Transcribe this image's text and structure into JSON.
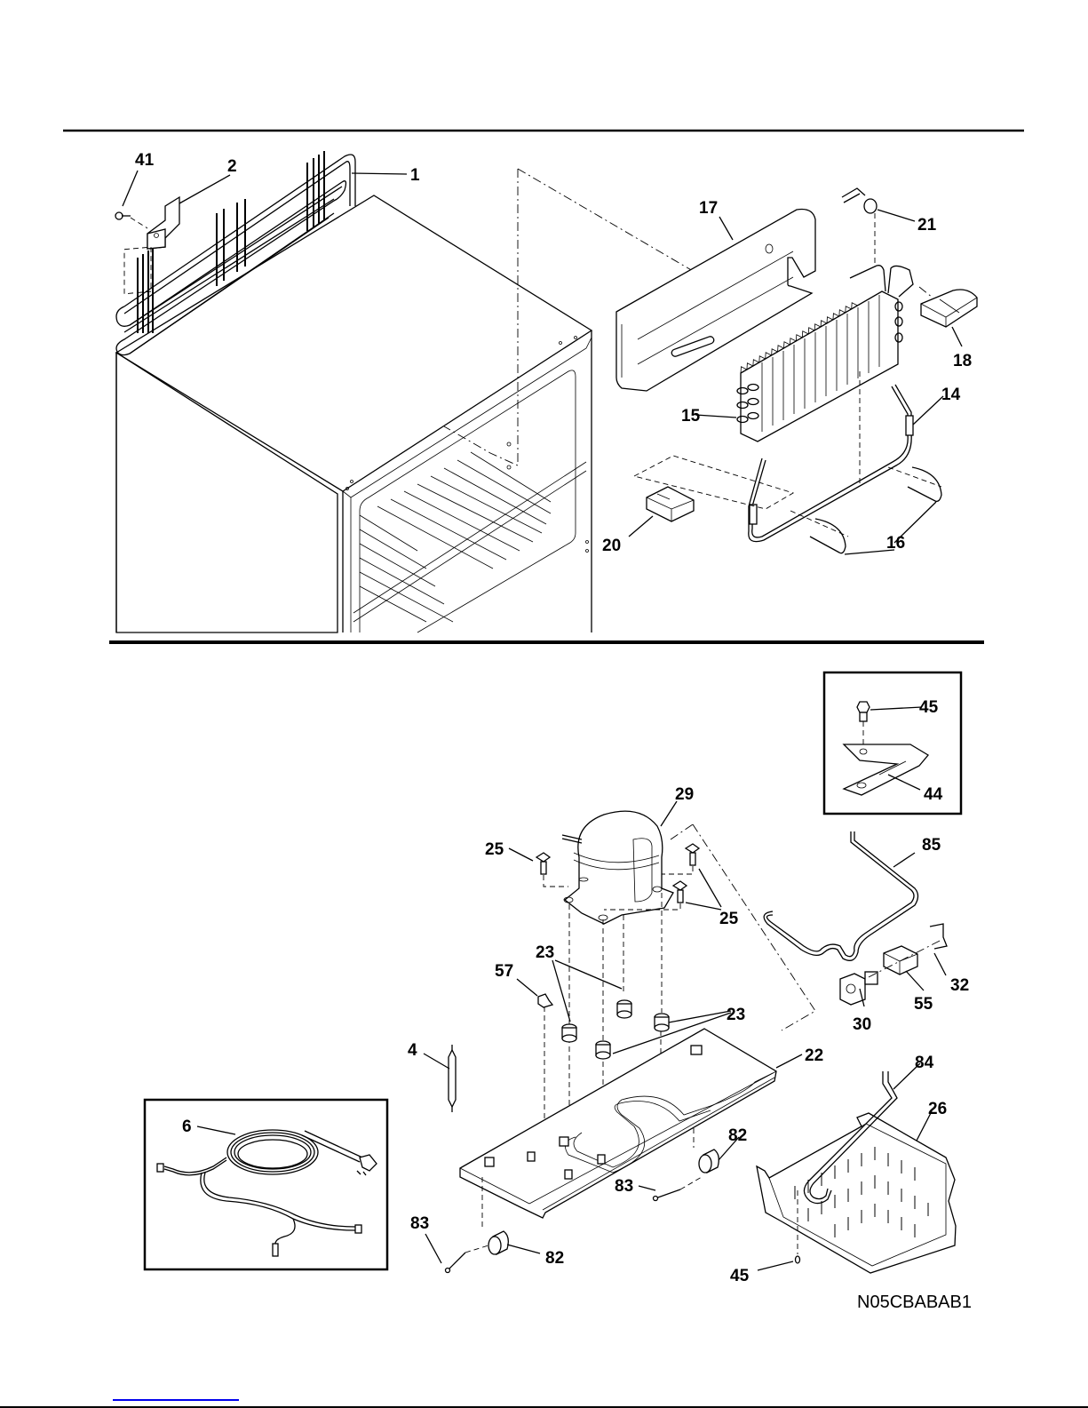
{
  "diagram": {
    "type": "exploded-parts-diagram",
    "subject": "refrigerator system (condenser, evaporator, compressor, base)",
    "drawing_code": "N05CBABAB1",
    "link_color": "#0000ee",
    "callouts": [
      {
        "id": "c41",
        "label": "41",
        "part": "screw"
      },
      {
        "id": "c2",
        "label": "2",
        "part": "condenser bracket"
      },
      {
        "id": "c1",
        "label": "1",
        "part": "condenser coil"
      },
      {
        "id": "c17",
        "label": "17",
        "part": "evaporator cover"
      },
      {
        "id": "c21",
        "label": "21",
        "part": "cap"
      },
      {
        "id": "c18",
        "label": "18",
        "part": "pad"
      },
      {
        "id": "c15",
        "label": "15",
        "part": "evaporator"
      },
      {
        "id": "c14",
        "label": "14",
        "part": "heat exchanger tube"
      },
      {
        "id": "c20",
        "label": "20",
        "part": "pad"
      },
      {
        "id": "c16",
        "label": "16",
        "part": "clip"
      },
      {
        "id": "c45a",
        "label": "45",
        "part": "bolt"
      },
      {
        "id": "c44",
        "label": "44",
        "part": "bracket"
      },
      {
        "id": "c29",
        "label": "29",
        "part": "compressor"
      },
      {
        "id": "c25a",
        "label": "25",
        "part": "stud"
      },
      {
        "id": "c25b",
        "label": "25",
        "part": "stud"
      },
      {
        "id": "c85",
        "label": "85",
        "part": "tube"
      },
      {
        "id": "c23a",
        "label": "23",
        "part": "grommet"
      },
      {
        "id": "c57",
        "label": "57",
        "part": "clip"
      },
      {
        "id": "c23b",
        "label": "23",
        "part": "grommet"
      },
      {
        "id": "c32",
        "label": "32",
        "part": "clip"
      },
      {
        "id": "c55",
        "label": "55",
        "part": "overload protector"
      },
      {
        "id": "c30",
        "label": "30",
        "part": "relay"
      },
      {
        "id": "c4",
        "label": "4",
        "part": "drier"
      },
      {
        "id": "c22",
        "label": "22",
        "part": "base plate"
      },
      {
        "id": "c84",
        "label": "84",
        "part": "drain tube"
      },
      {
        "id": "c26",
        "label": "26",
        "part": "drain pan"
      },
      {
        "id": "c6",
        "label": "6",
        "part": "power cord"
      },
      {
        "id": "c82a",
        "label": "82",
        "part": "roller"
      },
      {
        "id": "c83a",
        "label": "83",
        "part": "pin"
      },
      {
        "id": "c83b",
        "label": "83",
        "part": "pin"
      },
      {
        "id": "c82b",
        "label": "82",
        "part": "roller"
      },
      {
        "id": "c45b",
        "label": "45",
        "part": "screw"
      }
    ]
  }
}
